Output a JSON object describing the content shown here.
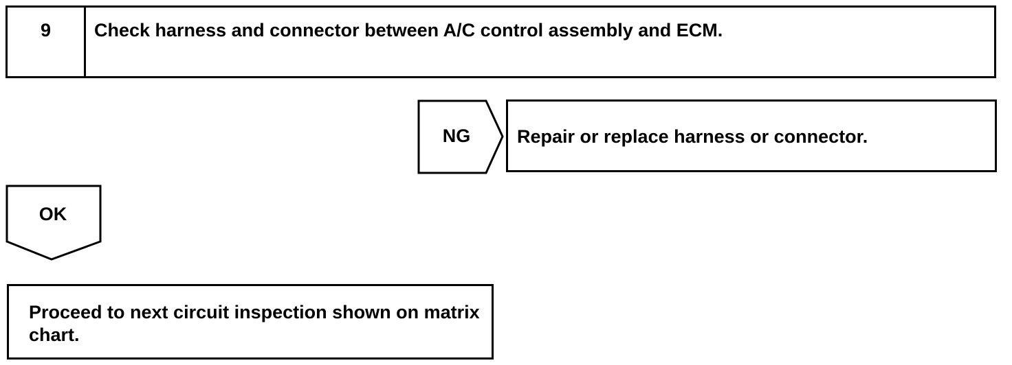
{
  "step": {
    "number": "9",
    "title": "Check harness and connector between A/C control assembly and ECM."
  },
  "ng": {
    "label": "NG",
    "result": "Repair or replace harness or connector."
  },
  "ok": {
    "label": "OK",
    "result": "Proceed to next circuit inspection shown on matrix chart."
  }
}
